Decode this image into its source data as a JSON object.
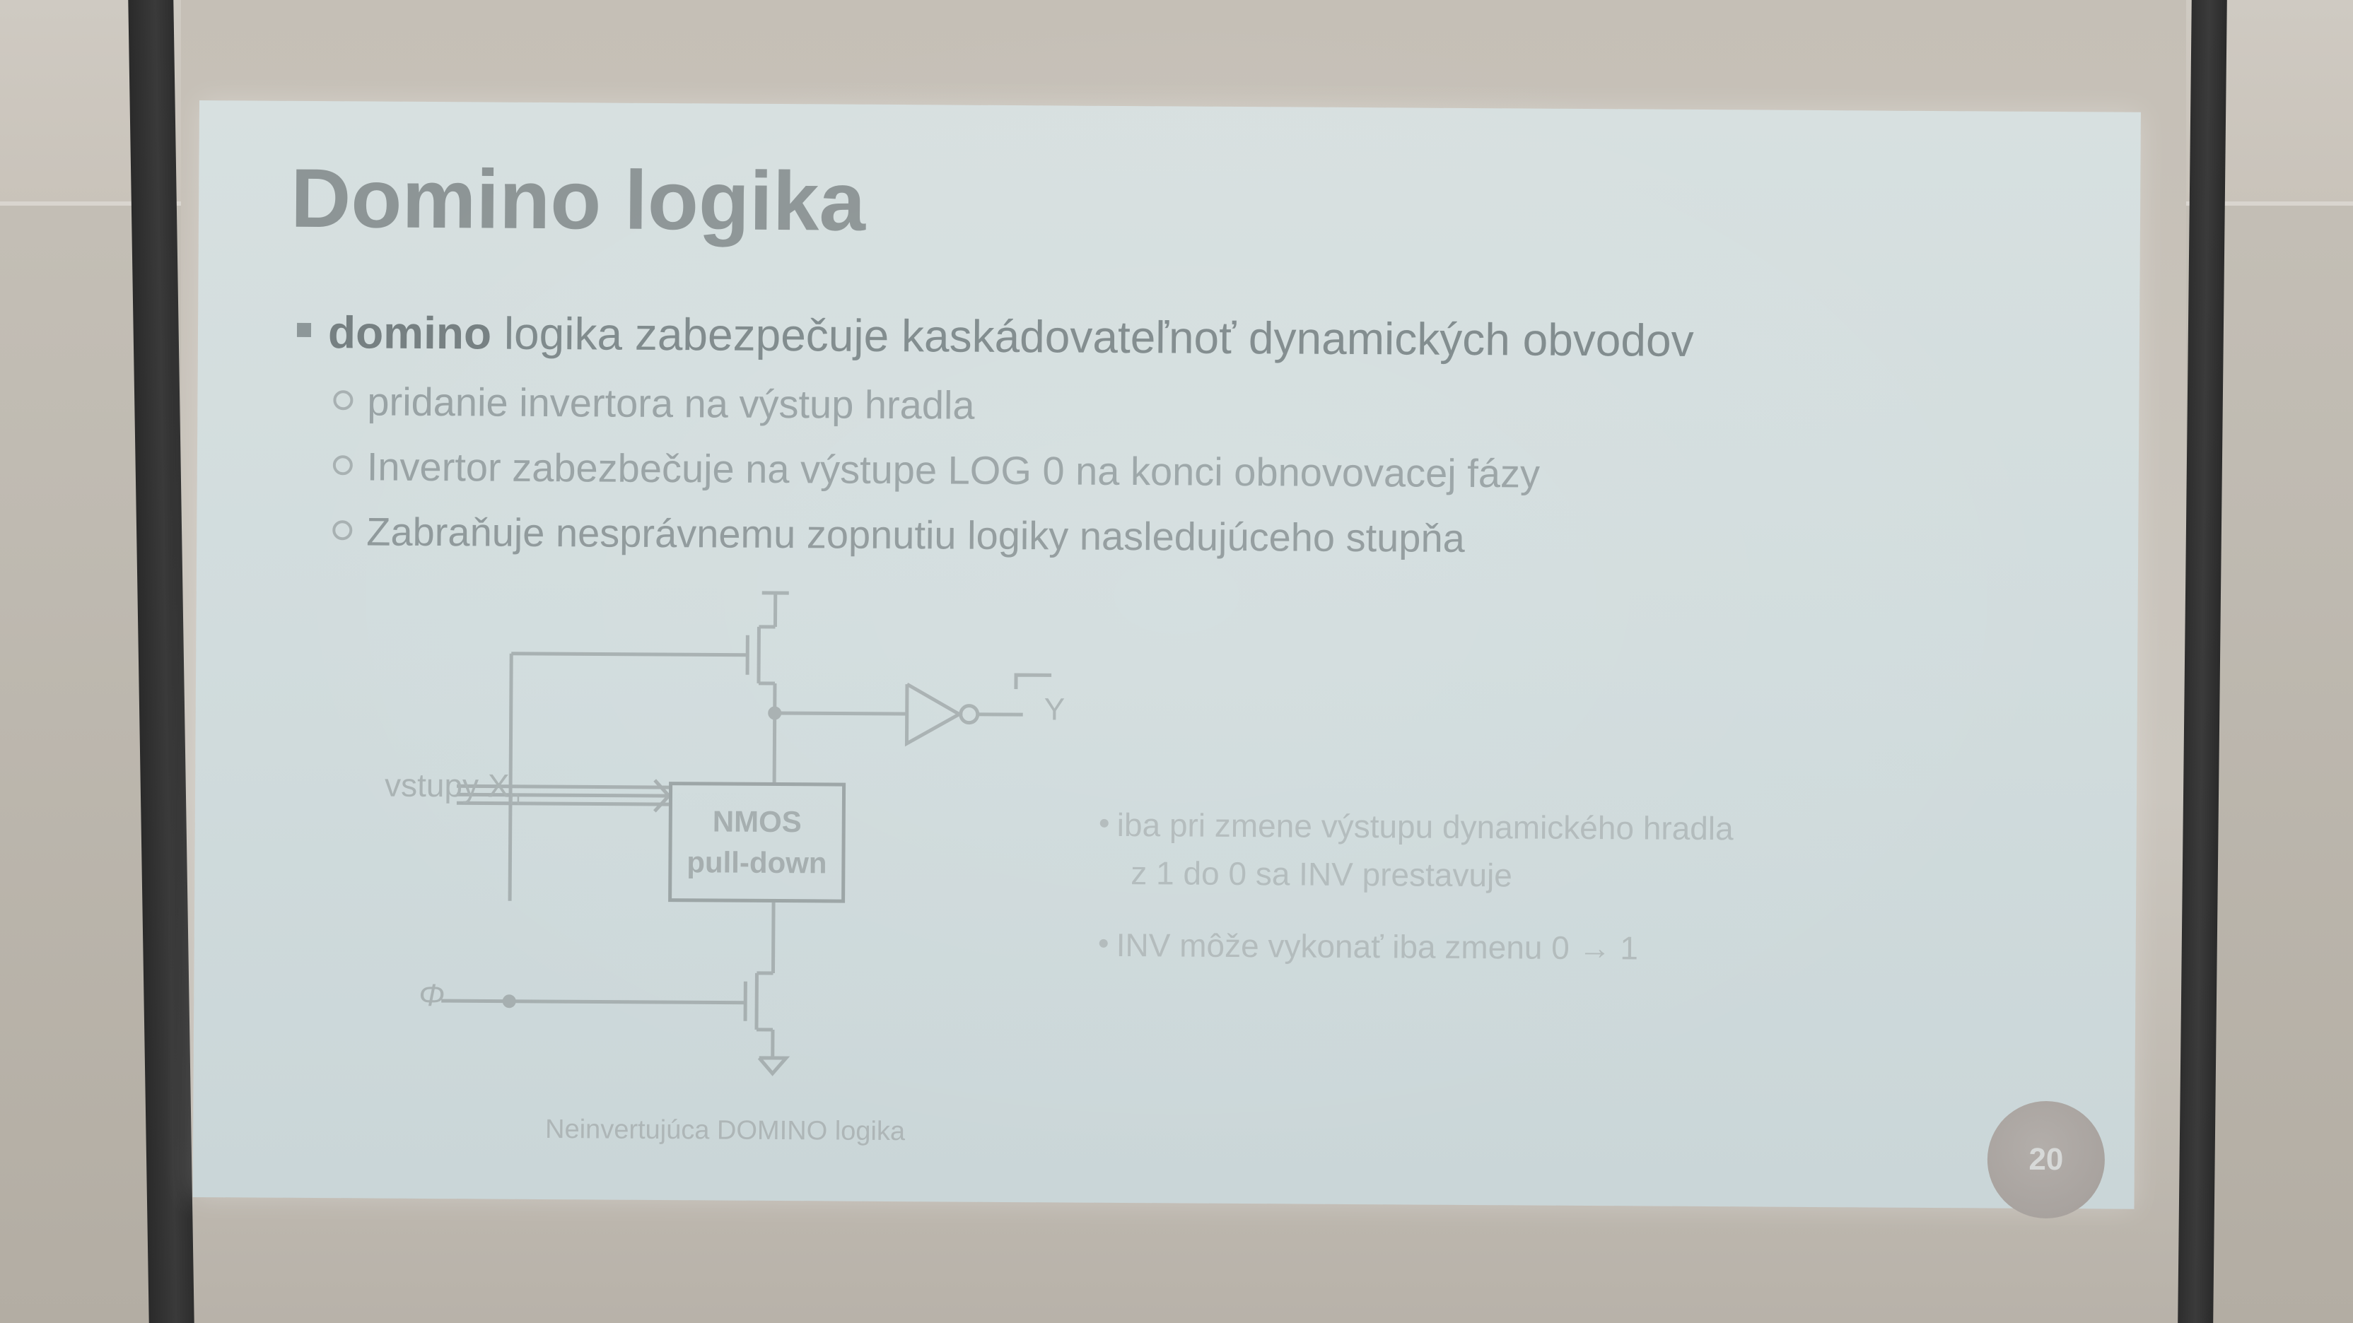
{
  "slide": {
    "title": "Domino logika",
    "bullet_bold": "domino",
    "bullet_rest": " logika zabezpečuje kaskádovateľnoť dynamických obvodov",
    "sub_items": [
      "pridanie invertora na výstup hradla",
      "Invertor zabezbečuje na výstupe LOG 0 na konci obnovovacej fázy",
      "Zabraňuje nesprávnemu zopnutiu logiky nasledujúceho stupňa"
    ],
    "diagram": {
      "inputs_label": "vstupy X",
      "inputs_subscript": "n",
      "nmos_line1": "NMOS",
      "nmos_line2": "pull-down",
      "output_label": "Y",
      "clock_label": "Φ",
      "caption": "Neinvertujúca DOMINO logika"
    },
    "notes": [
      "iba pri zmene výstupu dynamického hradla",
      "z 1 do 0 sa INV prestavuje",
      "INV môže vykonať iba zmenu 0 → 1"
    ],
    "page_number": "20"
  },
  "colors": {
    "slide_background": "#d3dddf",
    "title_text": "#8d9596",
    "frame": "#2f2f2f",
    "page_badge": "#a8a29e"
  }
}
